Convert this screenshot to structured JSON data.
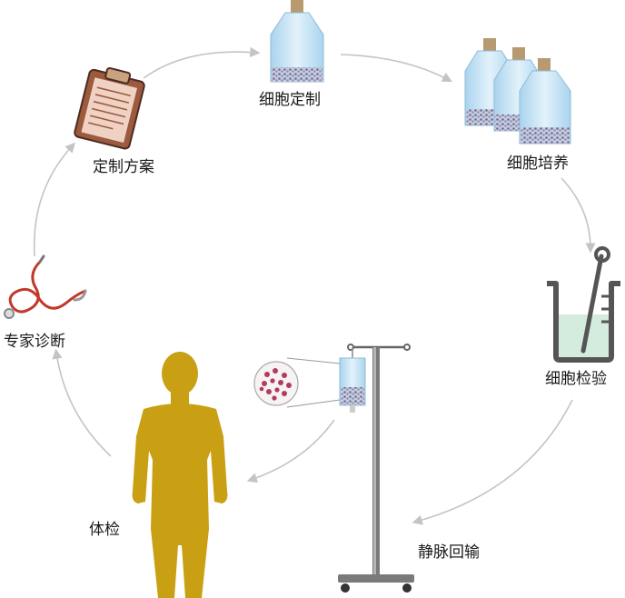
{
  "steps": {
    "cell_customization": "细胞定制",
    "cell_culture": "细胞培养",
    "cell_testing": "细胞检验",
    "iv_infusion": "静脉回输",
    "physical_exam": "体检",
    "expert_diagnosis": "专家诊断",
    "custom_plan": "定制方案"
  },
  "icons": {
    "cell_customization": "culture-flask-icon",
    "cell_culture": "three-flasks-icon",
    "cell_testing": "beaker-icon",
    "iv_infusion": "iv-drip-stand-icon",
    "physical_exam": "human-figure-icon",
    "expert_diagnosis": "stethoscope-icon",
    "custom_plan": "clipboard-icon"
  },
  "colors": {
    "arrow": "#c4c4c4",
    "figure": "#c9a013",
    "flask": "#bfe0f3",
    "cells": "#8a8ca8",
    "clipboard": "#9c5a3f",
    "paper": "#f0d2c4",
    "stethoscope": "#c0392b",
    "beaker_outline": "#555555",
    "beaker_liquid": "#d3ecde",
    "stand": "#666666"
  }
}
